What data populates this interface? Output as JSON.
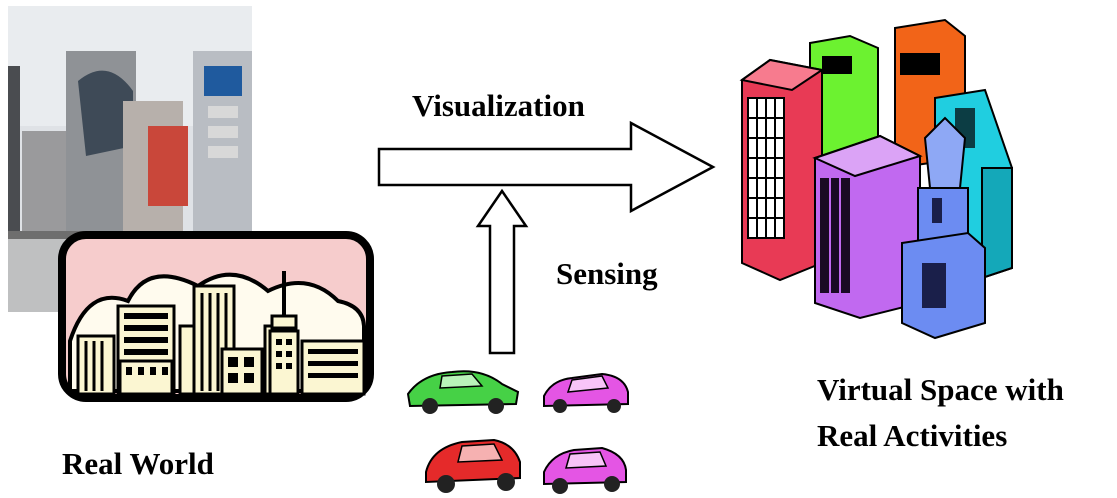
{
  "labels": {
    "visualization": "Visualization",
    "sensing": "Sensing",
    "real_world": "Real World",
    "virtual_line1": "Virtual Space with",
    "virtual_line2": "Real Activities"
  },
  "colors": {
    "photo_sky": "#dde1e6",
    "clip_sky": "#f6cccc",
    "building_cream": "#fbf6d2",
    "red_building": "#e83a55",
    "green_building": "#6cf230",
    "orange_building": "#f26418",
    "purple_building": "#c169f0",
    "cyan_building": "#20cee0",
    "blue_tower": "#6c8cf2",
    "car_green": "#46d146",
    "car_magenta": "#e455e4",
    "car_red": "#e52a2a"
  },
  "icons": [
    "city-photo",
    "city-skyline-clipart",
    "virtual-city-buildings",
    "car-icons"
  ]
}
